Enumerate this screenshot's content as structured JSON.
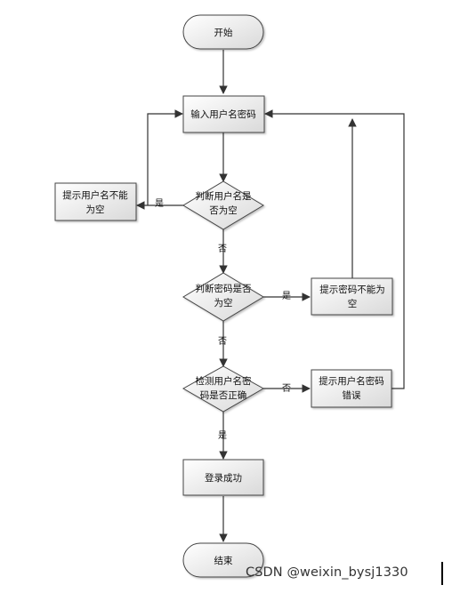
{
  "nodes": {
    "start": "开始",
    "input": "输入用户名密码",
    "check_user_empty": [
      "判断用户名是",
      "否为空"
    ],
    "tip_user_empty": [
      "提示用户名不能",
      "为空"
    ],
    "check_pwd_empty": [
      "判断密码是否",
      "为空"
    ],
    "tip_pwd_empty": [
      "提示密码不能为",
      "空"
    ],
    "check_correct": [
      "检测用户名密",
      "码是否正确"
    ],
    "tip_wrong": [
      "提示用户名密码",
      "错误"
    ],
    "login_ok": "登录成功",
    "end": "结束"
  },
  "edge_labels": {
    "user_empty_yes": "是",
    "user_empty_no": "否",
    "pwd_empty_yes": "是",
    "pwd_empty_no": "否",
    "correct_no": "否",
    "correct_yes": "是"
  },
  "watermark": "CSDN @weixin_bysj1330"
}
